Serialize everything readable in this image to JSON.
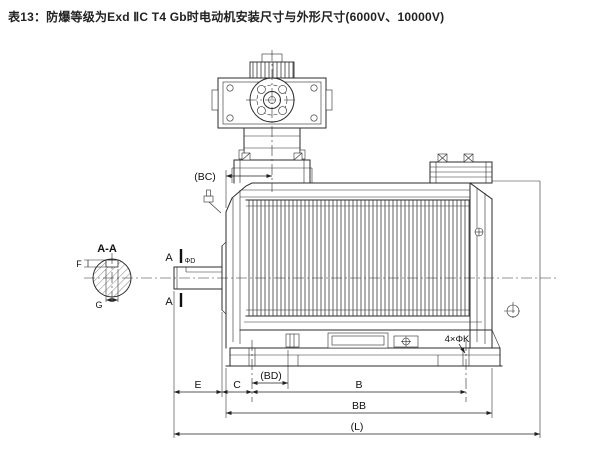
{
  "title": "表13：防爆等级为Exd ⅡC T4 Gb时电动机安装尺寸与外形尺寸(6000V、10000V)",
  "section_view": {
    "label": "A-A",
    "dim_f": "F",
    "dim_g": "G"
  },
  "shaft": {
    "section_mark_top": "A",
    "section_mark_bottom": "A",
    "dim_d": "ΦD"
  },
  "dimensions": {
    "bc": "(BC)",
    "bd": "(BD)",
    "e": "E",
    "c": "C",
    "b": "B",
    "bb": "BB",
    "l": "(L)",
    "k": "4×ΦK"
  }
}
